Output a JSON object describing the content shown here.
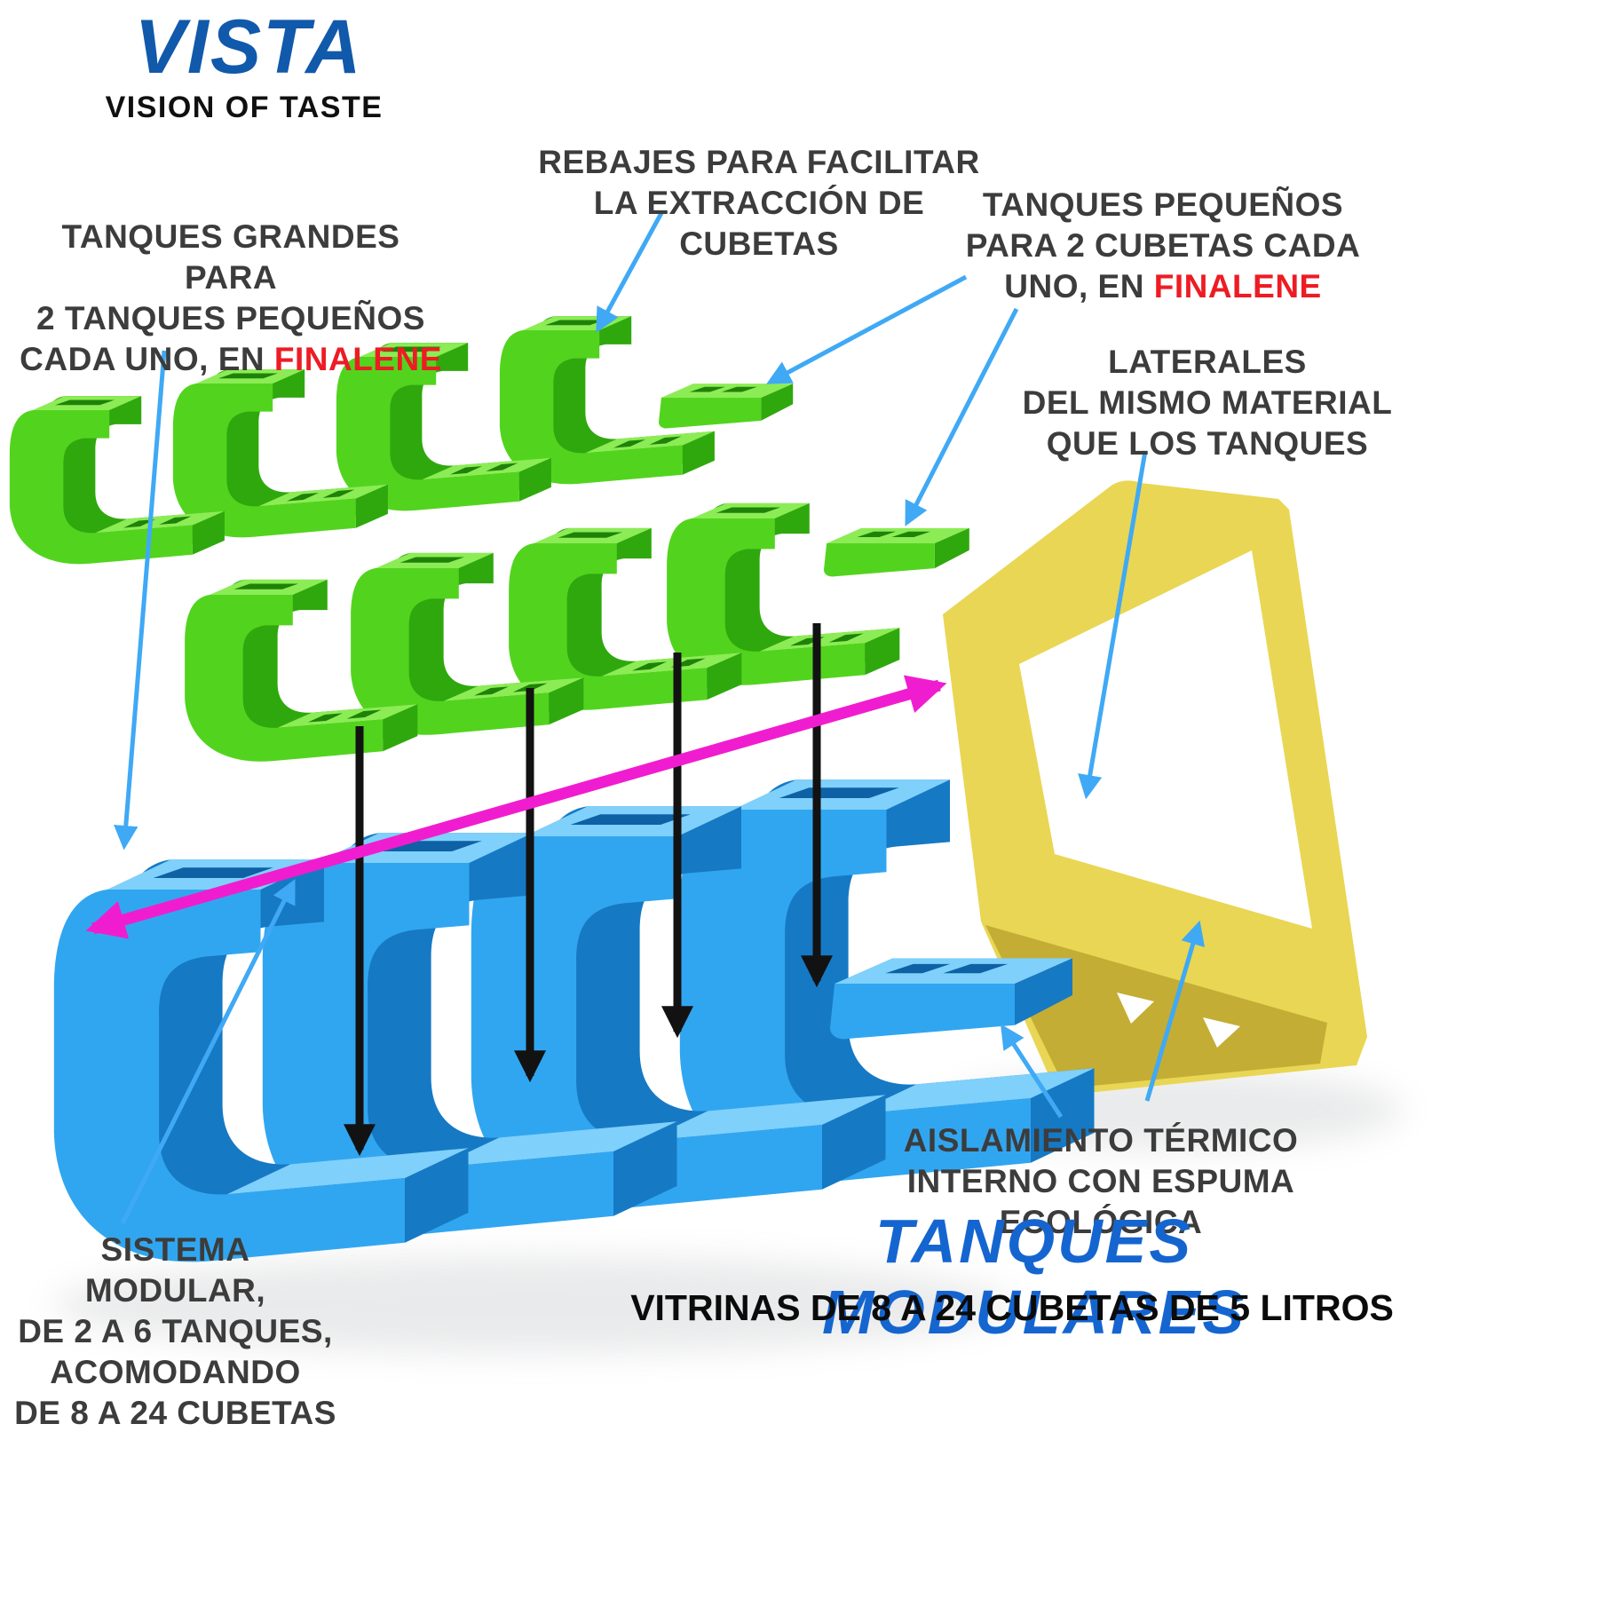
{
  "brand": {
    "logo": "VISTA",
    "tagline": "VISION OF TASTE"
  },
  "callouts": {
    "rebajes": {
      "line1": "REBAJES PARA FACILITAR",
      "line2": "LA EXTRACCIÓN DE CUBETAS"
    },
    "tanques_pequenos": {
      "line1": "TANQUES PEQUEÑOS",
      "line2": "PARA 2 CUBETAS CADA",
      "line3_prefix": "UNO,  EN ",
      "line3_highlight": "FINALENE"
    },
    "tanques_grandes": {
      "line1": "TANQUES GRANDES PARA",
      "line2": "2 TANQUES PEQUEÑOS",
      "line3_prefix": "CADA UNO, EN ",
      "line3_highlight": "FINALENE"
    },
    "laterales": {
      "line1": "LATERALES",
      "line2": "DEL MISMO MATERIAL",
      "line3": "QUE LOS TANQUES"
    },
    "aislamiento": {
      "line1": "AISLAMIENTO TÉRMICO",
      "line2": "INTERNO CON ESPUMA ECOLÓGICA"
    },
    "sistema_modular": {
      "line1": "SISTEMA MODULAR,",
      "line2": "DE 2 A 6  TANQUES,",
      "line3": "ACOMODANDO",
      "line4": "DE 8 A 24 CUBETAS"
    }
  },
  "footer": {
    "title": "TANQUES MODULARES",
    "subtitle": "VITRINAS DE 8 A 24 CUBETAS DE 5 LITROS"
  },
  "colors": {
    "brand_blue": "#1159ab",
    "title_blue": "#1565d0",
    "label_dark": "#3c3c3c",
    "highlight_red": "#ed1c24",
    "arrow_blue": "#3fa9f5",
    "arrow_black": "#121212",
    "arrow_magenta": "#f01dd0",
    "green": {
      "base": "#52d41e",
      "light": "#8cec55",
      "dark": "#2fa80e",
      "cavity": "#1f8208"
    },
    "blue": {
      "base": "#31a6f0",
      "light": "#7fd0fb",
      "dark": "#1679c4",
      "cavity": "#0e61a5"
    },
    "yellow": {
      "base": "#e9d654",
      "light": "#f6ecা0",
      "dark": "#c4ad34"
    }
  }
}
